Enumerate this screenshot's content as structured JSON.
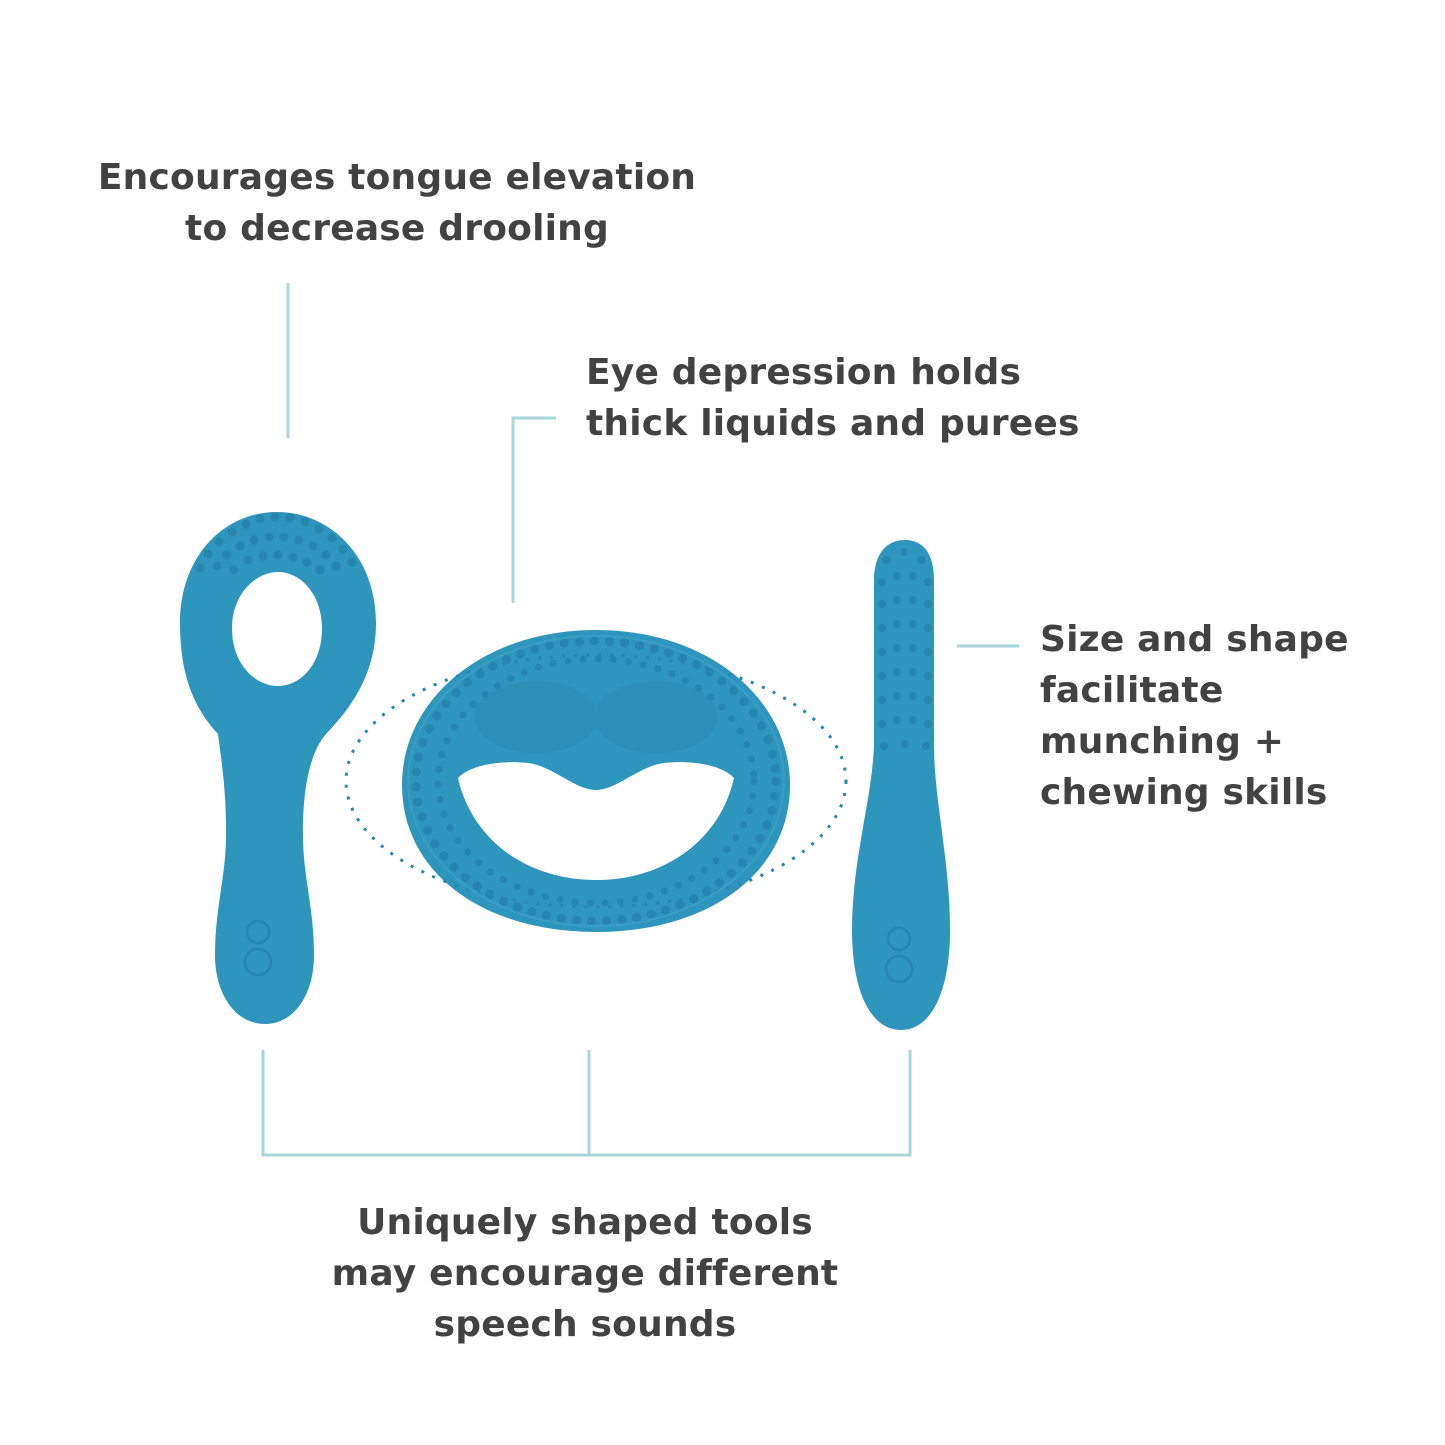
{
  "captions": {
    "tongue_elevation": [
      "Encourages tongue elevation",
      "to decrease drooling"
    ],
    "eye_depression": [
      "Eye depression holds",
      "thick liquids and purees"
    ],
    "size_shape": [
      "Size and shape",
      "facilitate",
      "munching +",
      "chewing skills"
    ],
    "unique_shapes": [
      "Uniquely shaped tools",
      "may encourage different",
      "speech sounds"
    ]
  },
  "colors": {
    "tool": "#2e95bd",
    "tool_shade": "#2686ad",
    "leader_line": "#a9d6db",
    "text": "#424242",
    "background": "#ffffff"
  },
  "tools": [
    {
      "name": "loop-tool-icon"
    },
    {
      "name": "oval-face-tool-icon"
    },
    {
      "name": "textured-stick-tool-icon"
    }
  ]
}
